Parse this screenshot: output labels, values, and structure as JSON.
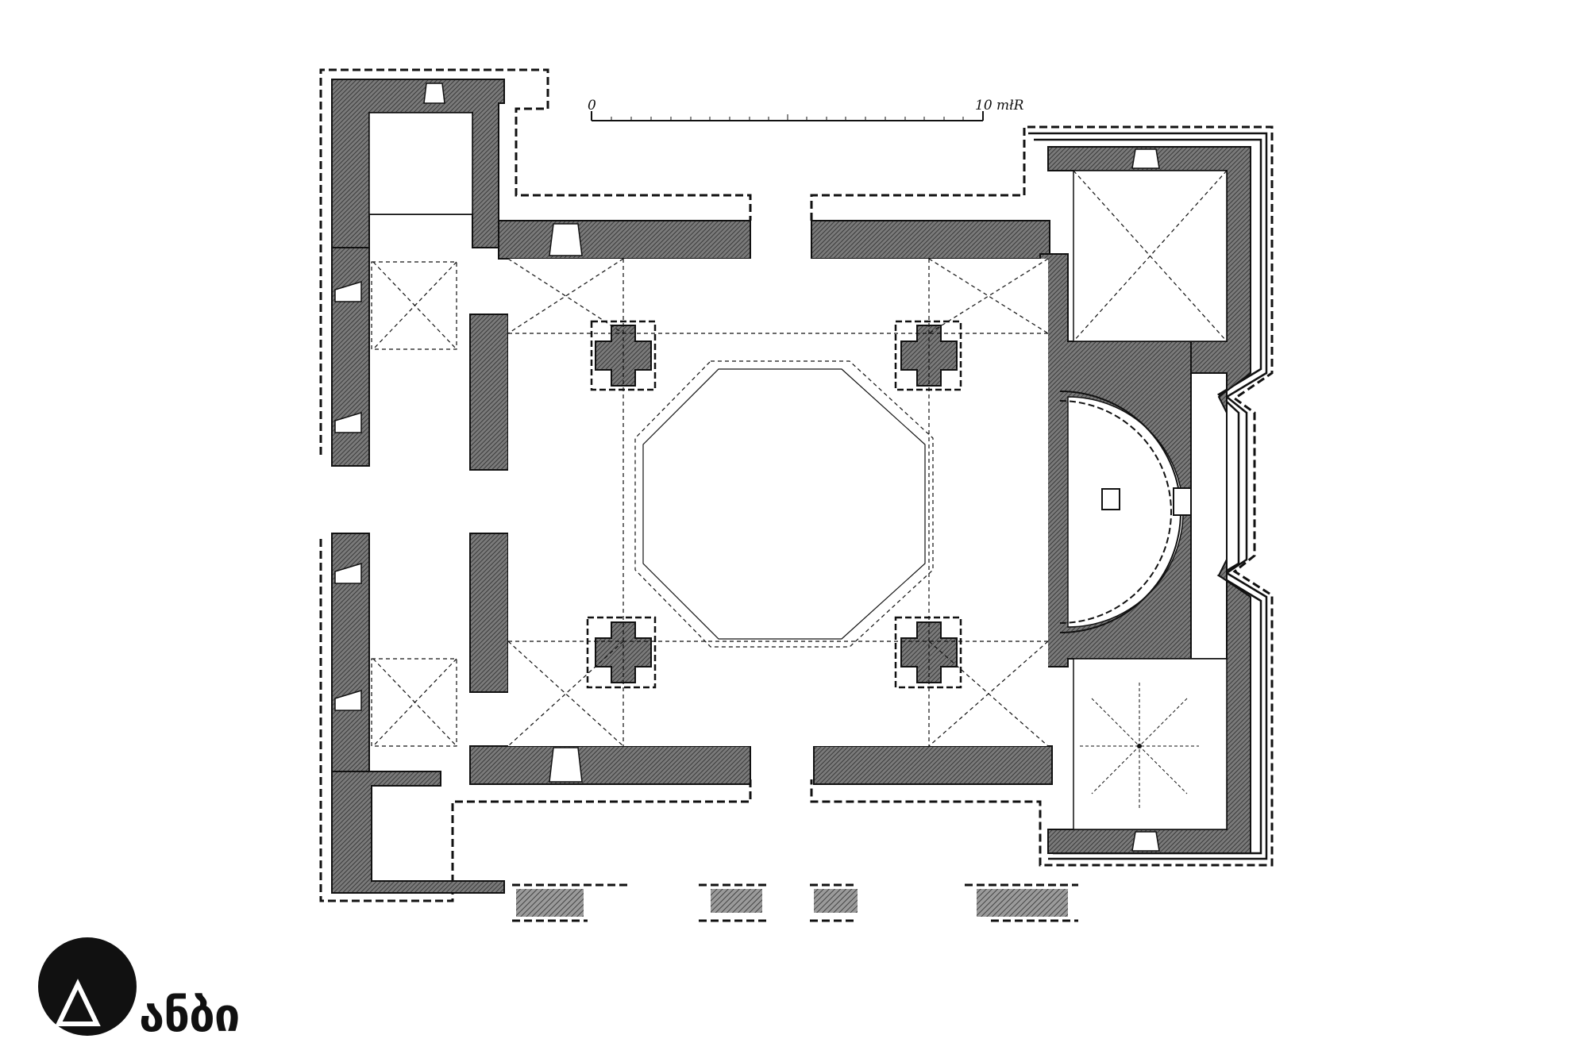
{
  "scale_bar": {
    "start_label": "0",
    "end_label": "10 młR"
  },
  "logo": {
    "text": "ანბი",
    "icon": "triangle-in-circle-icon"
  },
  "colors": {
    "ink": "#111111",
    "hatch": "#555555",
    "background": "#ffffff"
  }
}
